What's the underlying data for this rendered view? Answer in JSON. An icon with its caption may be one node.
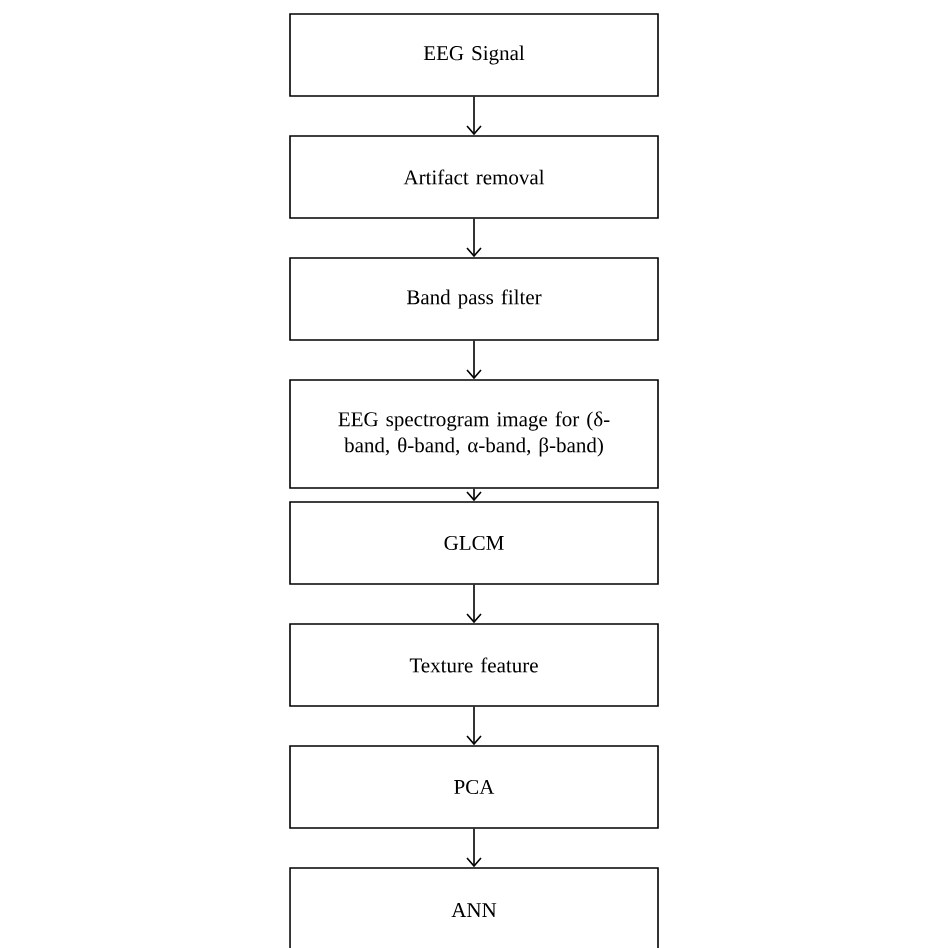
{
  "diagram": {
    "nodes": [
      {
        "text": [
          "EEG Signal"
        ]
      },
      {
        "text": [
          "Artifact removal"
        ]
      },
      {
        "text": [
          "Band pass filter"
        ]
      },
      {
        "text": [
          "EEG spectrogram image for (δ-band, θ-band, α-band, β-band)"
        ]
      },
      {
        "text": [
          "GLCM"
        ]
      },
      {
        "text": [
          "Texture feature"
        ]
      },
      {
        "text": [
          "PCA"
        ]
      },
      {
        "text": [
          "ANN"
        ]
      }
    ],
    "edges": [
      {
        "from": 0,
        "to": 1,
        "arrow": "to"
      },
      {
        "from": 1,
        "to": 2,
        "arrow": "to"
      },
      {
        "from": 2,
        "to": 3,
        "arrow": "to"
      },
      {
        "from": 3,
        "to": 4,
        "arrow": "to"
      },
      {
        "from": 4,
        "to": 5,
        "arrow": "to"
      },
      {
        "from": 5,
        "to": 6,
        "arrow": "to"
      },
      {
        "from": 6,
        "to": 7,
        "arrow": "to"
      }
    ]
  }
}
